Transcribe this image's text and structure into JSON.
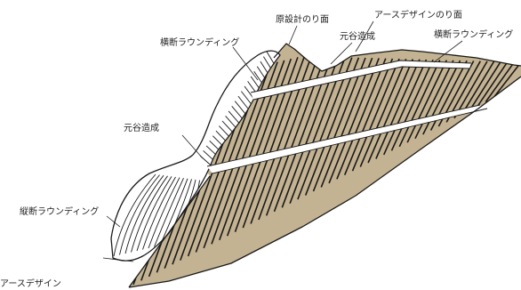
{
  "labels": {
    "original_slope": "原設計のり面",
    "earth_design_slope": "アースデザインのり面",
    "valley_upper": "元谷造成",
    "cross_rounding_right": "横断ラウンディング",
    "cross_rounding_left": "横断ラウンディング",
    "valley_left": "元谷造成",
    "longitudinal_rounding": "縦断ラウンディング",
    "earth_design": "アースデザイン"
  },
  "colors": {
    "original_surface": "#c4b392",
    "stripe": "#1a1a1a",
    "earth_surface": "#ffffff",
    "outline": "#1a1a1a"
  }
}
